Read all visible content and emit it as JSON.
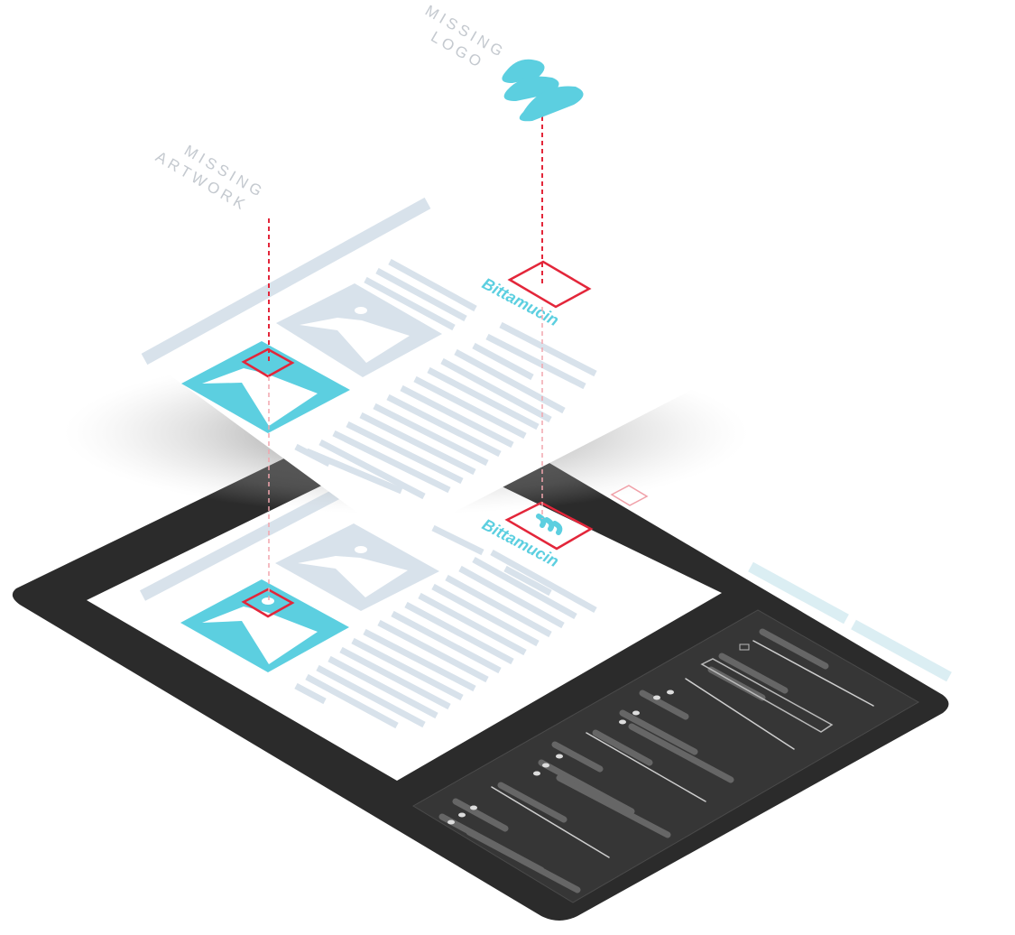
{
  "callouts": {
    "logo": {
      "line1": "MISSING",
      "line2": "LOGO"
    },
    "artwork": {
      "line1": "MISSING",
      "line2": "ARTWORK"
    }
  },
  "brand": {
    "name": "Bittamucin"
  },
  "colors": {
    "accent": "#5ccfe0",
    "missing_marker": "#e3263a",
    "placeholder": "#d8e2eb",
    "device": "#2b2b2b",
    "panel": "#3a3a3a",
    "callout_text": "#c4c9cf"
  },
  "icons": {
    "logo": "stylized-three-stripe-logo-icon",
    "artwork": "mountain-image-icon",
    "placeholder": "image-placeholder-icon"
  }
}
